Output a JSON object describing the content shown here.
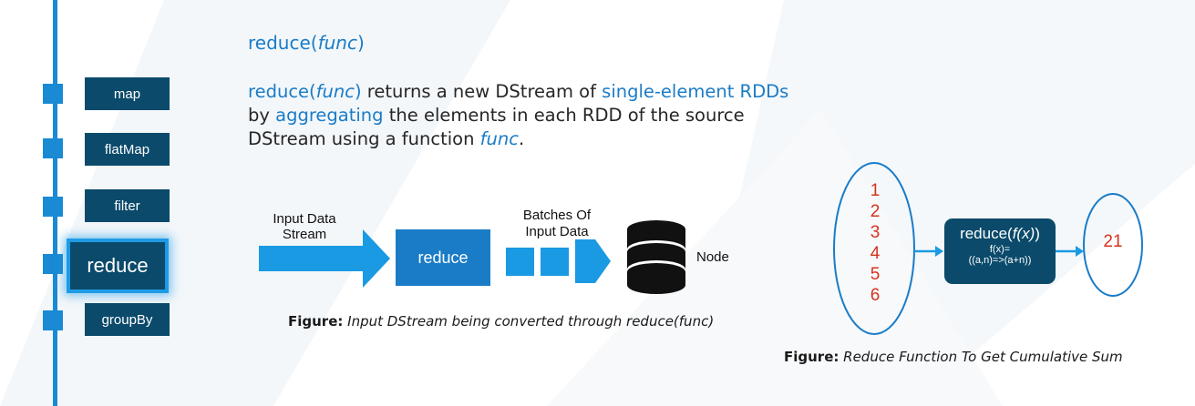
{
  "nav": {
    "items": [
      {
        "label": "map"
      },
      {
        "label": "flatMap"
      },
      {
        "label": "filter"
      },
      {
        "label": "reduce",
        "active": true
      },
      {
        "label": "groupBy"
      }
    ]
  },
  "header": {
    "title_prefix": "reduce(",
    "title_func": "func",
    "title_suffix": ")"
  },
  "description": {
    "p1": "reduce(",
    "p2": "func",
    "p3": ")",
    "p4": " returns a new DStream of ",
    "p5": "single-element RDDs",
    "p6": " by ",
    "p7": "aggregating",
    "p8": " the elements in each RDD of the source DStream using a function ",
    "p9": "func",
    "p10": "."
  },
  "figure1": {
    "input_label_line1": "Input Data",
    "input_label_line2": "Stream",
    "process_label": "reduce",
    "batches_label_line1": "Batches Of",
    "batches_label_line2": "Input Data",
    "node_label": "Node",
    "caption_bold": "Figure:",
    "caption_text": " Input DStream being converted through reduce(func)"
  },
  "figure2": {
    "inputs": [
      "1",
      "2",
      "3",
      "4",
      "5",
      "6"
    ],
    "func_title_prefix": "reduce(",
    "func_title_italic": "f(x)",
    "func_title_suffix": ")",
    "func_line2": "f(x)=",
    "func_line3": "((a,n)=>(a+n))",
    "result": "21",
    "caption_bold": "Figure:",
    "caption_text": " Reduce Function To Get Cumulative Sum"
  },
  "colors": {
    "accent": "#1a7cc7",
    "nav_bg": "#0b4a6b",
    "line": "#1a8ad4",
    "number_red": "#d6321e"
  },
  "icons": {
    "node": "database-icon"
  }
}
